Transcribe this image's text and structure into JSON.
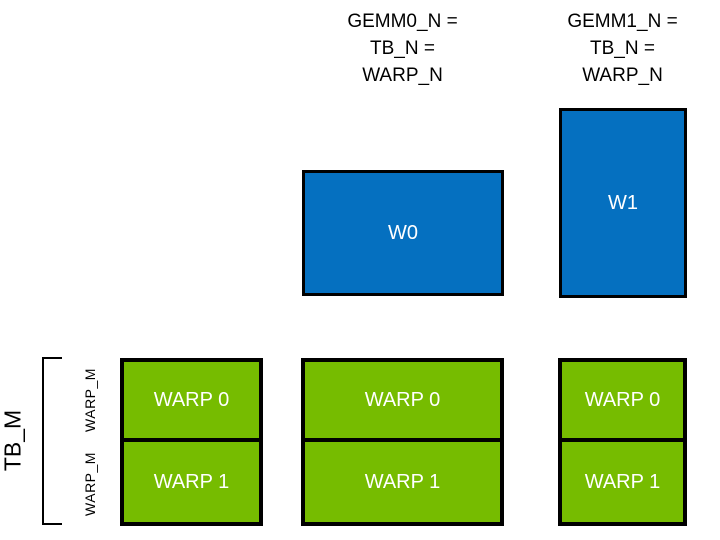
{
  "diagram": {
    "title_columns": [
      {
        "id": "gemm0",
        "caption": "GEMM0_N =\nTB_N =\nWARP_N"
      },
      {
        "id": "gemm1",
        "caption": "GEMM1_N =\nTB_N =\nWARP_N"
      }
    ],
    "blue_boxes": [
      {
        "id": "w0",
        "label": "W0"
      },
      {
        "id": "w1",
        "label": "W1"
      }
    ],
    "green_columns": [
      {
        "id": "col0",
        "cells": [
          {
            "label": "WARP 0"
          },
          {
            "label": "WARP 1"
          }
        ]
      },
      {
        "id": "col1",
        "cells": [
          {
            "label": "WARP 0"
          },
          {
            "label": "WARP 1"
          }
        ]
      },
      {
        "id": "col2",
        "cells": [
          {
            "label": "WARP 0"
          },
          {
            "label": "WARP 1"
          }
        ]
      }
    ],
    "axis_labels": {
      "tb_m": "TB_M",
      "warp_m_0": "WARP_M",
      "warp_m_1": "WARP_M"
    },
    "colors": {
      "blue_fill": "#0570C0",
      "green_fill": "#76BC00",
      "outline": "#000000",
      "text_on_fill": "#FFFFFF",
      "background": "#FFFFFF"
    }
  }
}
